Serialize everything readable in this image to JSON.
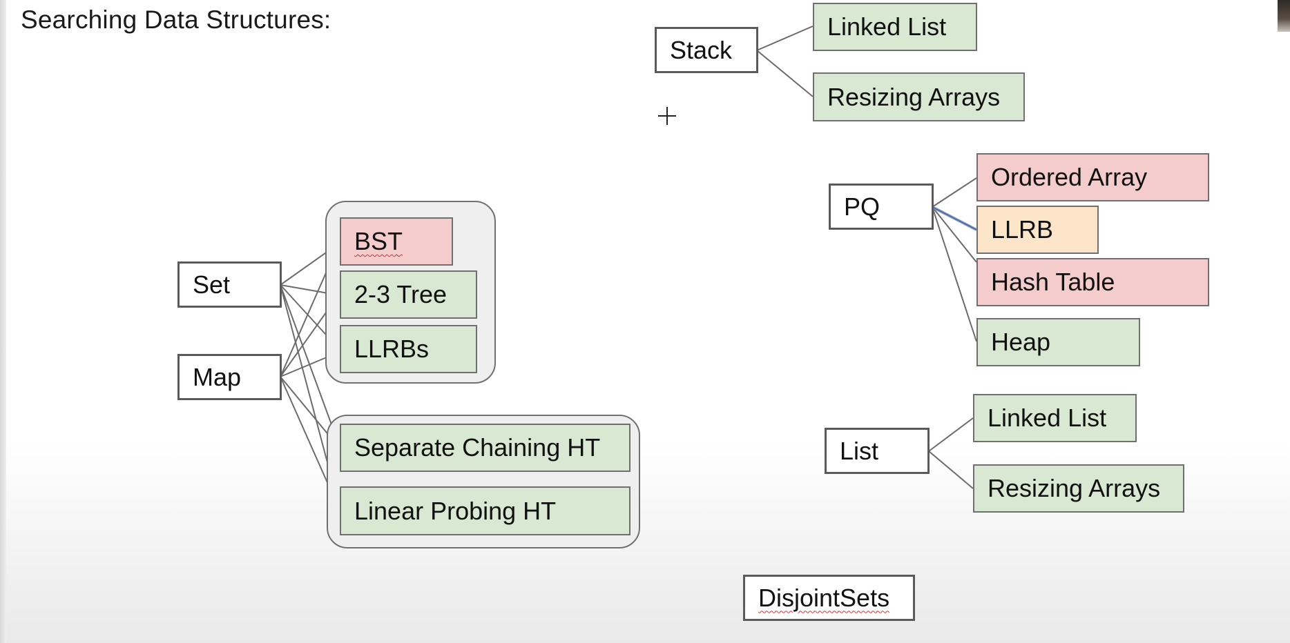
{
  "title": "Searching Data Structures:",
  "nodes": {
    "stack": "Stack",
    "stack_linked_list": "Linked List",
    "stack_resizing_arrays": "Resizing Arrays",
    "pq": "PQ",
    "pq_ordered_array": "Ordered Array",
    "pq_llrb": "LLRB",
    "pq_hash_table": "Hash Table",
    "pq_heap": "Heap",
    "set": "Set",
    "map": "Map",
    "bst": "BST",
    "two_three_tree": "2-3 Tree",
    "llrbs": "LLRBs",
    "separate_chaining_ht": "Separate Chaining HT",
    "linear_probing_ht": "Linear Probing HT",
    "list": "List",
    "list_linked_list": "Linked List",
    "list_resizing_arrays": "Resizing Arrays",
    "disjoint_sets": "DisjointSets"
  },
  "colors": {
    "green_fill": "#d9e8d2",
    "red_fill": "#f4cccc",
    "orange_fill": "#fde5c9",
    "edge": "#6b6b6b",
    "highlight_edge": "#7a98c9"
  }
}
